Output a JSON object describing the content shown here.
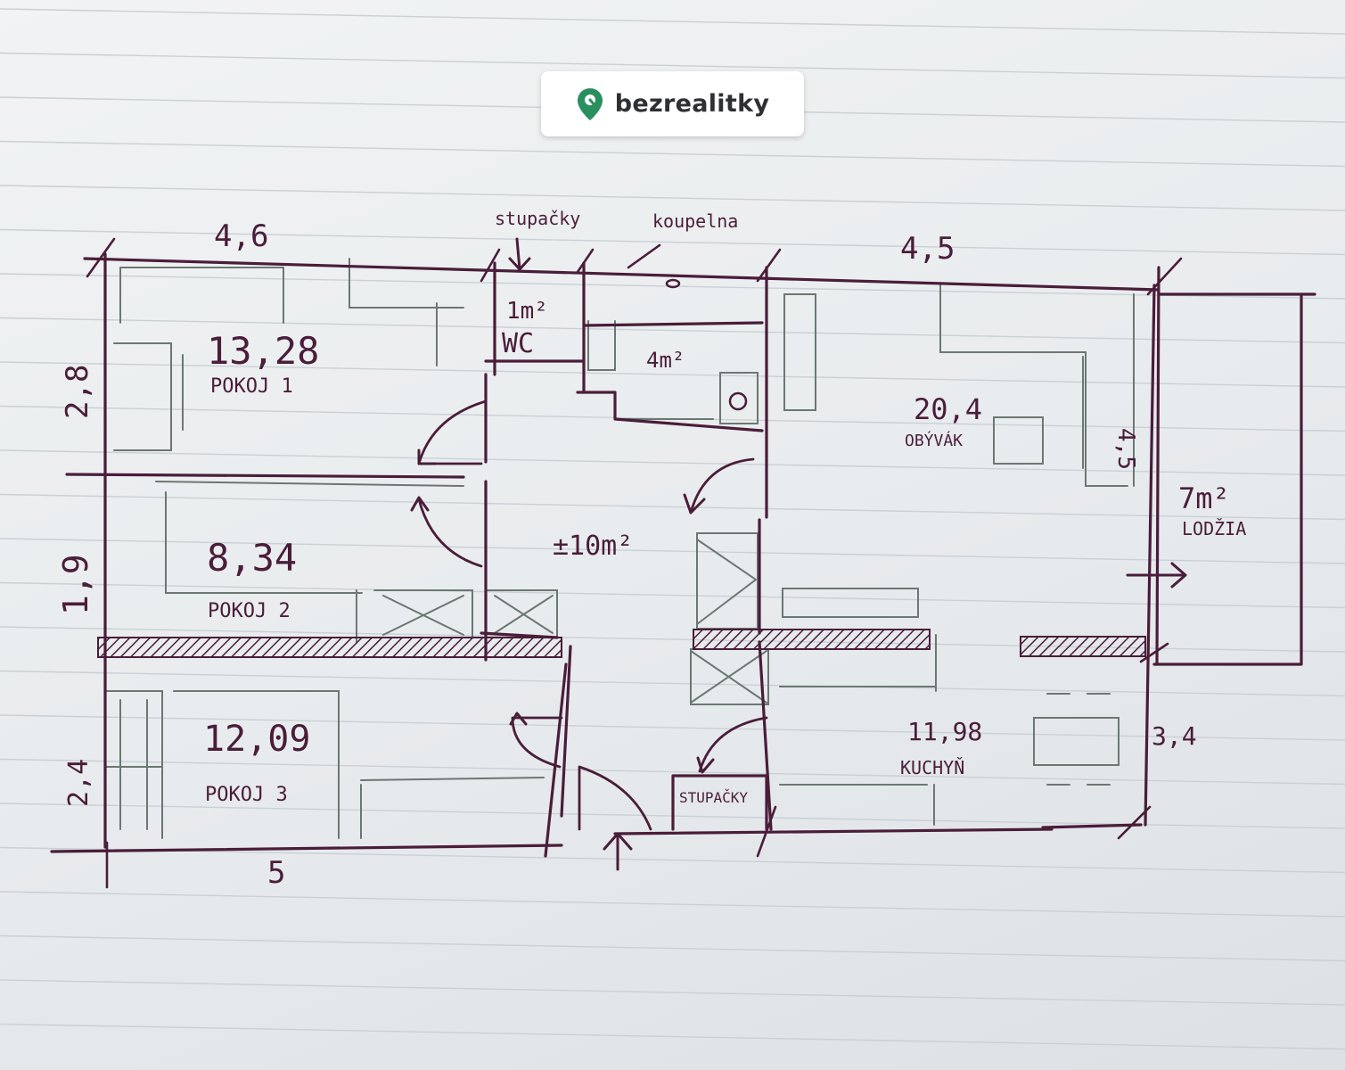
{
  "brand": {
    "name": "bezrealitky",
    "logo_color": "#2a8f5e",
    "icon": "map-pin-icon"
  },
  "dimensions": {
    "top_left": "4,6",
    "top_right": "4,5",
    "left_top": "2,8",
    "left_middle": "1,9",
    "left_bottom": "2,4",
    "bottom": "5",
    "right_loggia": "4,5",
    "right_kitchen": "3,4"
  },
  "labels": {
    "stupacky_top": "stupačky",
    "koupelna": "koupelna",
    "stupacky_bottom": "STUPAČKY"
  },
  "rooms": {
    "wc": {
      "area": "1m²",
      "name": "WC"
    },
    "bathroom": {
      "area": "4m²"
    },
    "room1": {
      "area": "13,28",
      "name": "POKOJ 1"
    },
    "room2": {
      "area": "8,34",
      "name": "POKOJ 2"
    },
    "room3": {
      "area": "12,09",
      "name": "POKOJ 3"
    },
    "hall": {
      "area": "±10m²"
    },
    "living": {
      "area": "20,4",
      "name": "OBÝVÁK"
    },
    "loggia": {
      "area": "7m²",
      "name": "LODŽIA"
    },
    "kitchen": {
      "area": "11,98",
      "name": "KUCHYŇ"
    }
  },
  "colors": {
    "ink": "#4a1d3a",
    "pencil": "#6b7872",
    "paper": "#eceff1",
    "rule_line": "#c9d0d6"
  }
}
